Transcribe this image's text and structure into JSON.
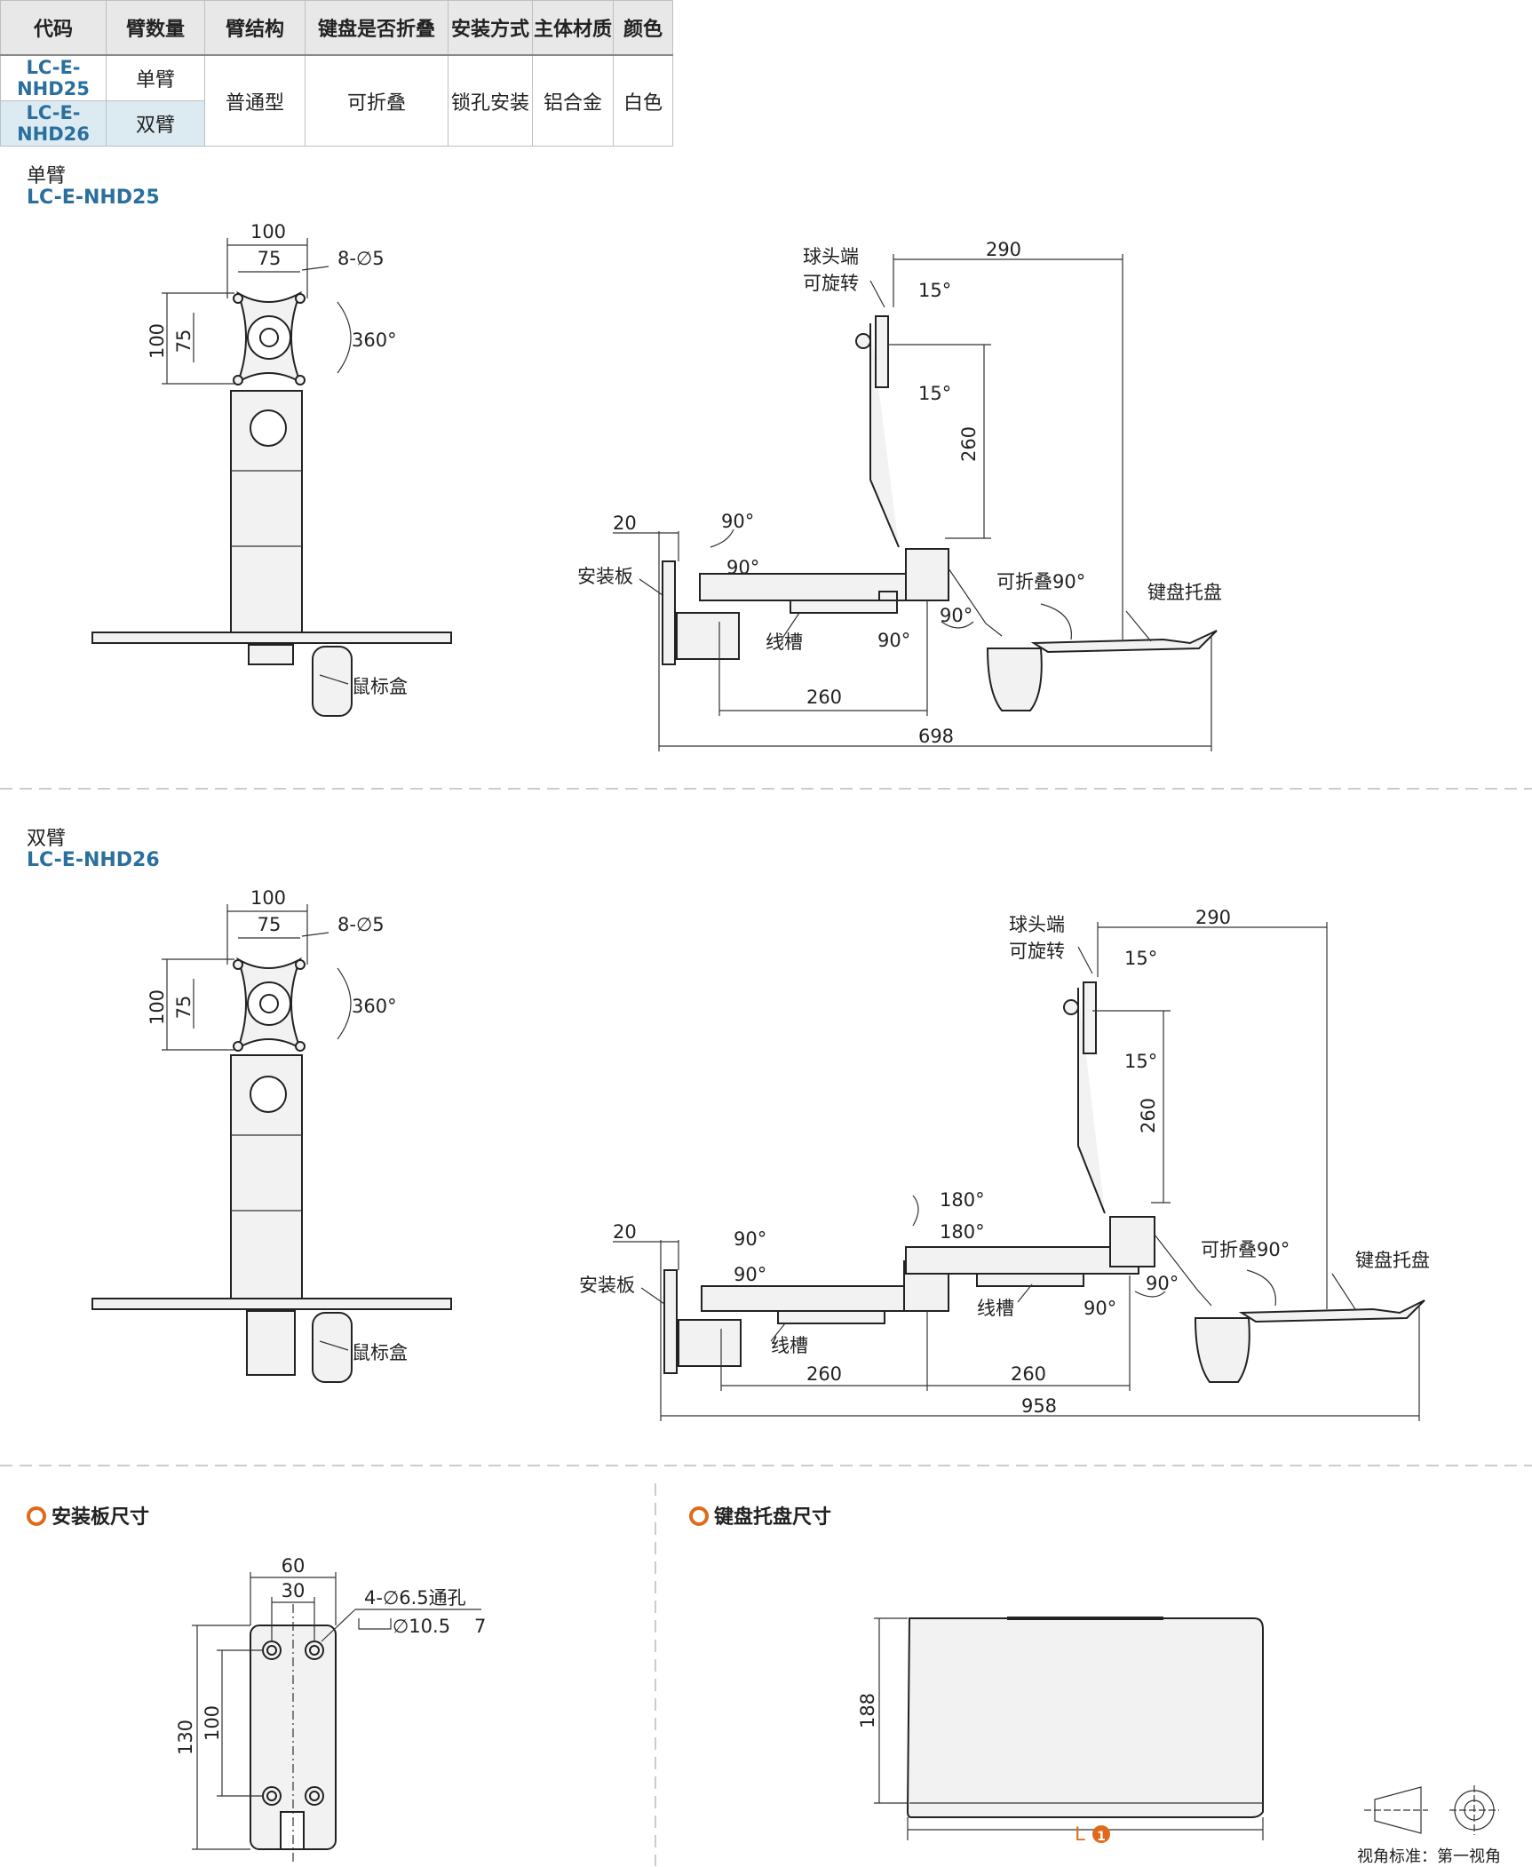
{
  "table": {
    "headers": [
      "代码",
      "臂数量",
      "臂结构",
      "键盘是否折叠",
      "安装方式",
      "主体材质",
      "颜色"
    ],
    "rows": [
      {
        "code": "LC-E-NHD25",
        "arms": "单臂"
      },
      {
        "code": "LC-E-NHD26",
        "arms": "双臂"
      }
    ],
    "structure": "普通型",
    "fold": "可折叠",
    "mount": "锁孔安装",
    "material": "铝合金",
    "color": "白色"
  },
  "sections": {
    "single": {
      "title": "单臂",
      "code": "LC-E-NHD25"
    },
    "double": {
      "title": "双臂",
      "code": "LC-E-NHD26"
    }
  },
  "dims": {
    "w100": "100",
    "w75": "75",
    "holes": "8-∅5",
    "h100": "100",
    "h75": "75",
    "rot": "360°",
    "ball_end": "球头端",
    "rotatable": "可旋转",
    "d290": "290",
    "a15": "15°",
    "d260v": "260",
    "d20": "20",
    "a90": "90°",
    "a180": "180°",
    "mount_plate": "安装板",
    "cable": "线槽",
    "fold90": "可折叠90°",
    "kb_tray": "键盘托盘",
    "mouse_box": "鼠标盒",
    "d260": "260",
    "d698": "698",
    "d958": "958"
  },
  "bottom": {
    "plate_title": "安装板尺寸",
    "tray_title": "键盘托盘尺寸",
    "p60": "60",
    "p30": "30",
    "p130": "130",
    "p100": "100",
    "hole_spec": "4-∅6.5通孔",
    "cbore": "∅10.5",
    "cbore_depth": "7",
    "t188": "188",
    "tL": "L",
    "tL_badge": "1",
    "view_std": "视角标准：第一视角"
  },
  "colors": {
    "accent": "#2a6f9e",
    "orange": "#e06a1b",
    "header_bg": "#e8e8e8",
    "alt_row": "#dcebf2"
  }
}
